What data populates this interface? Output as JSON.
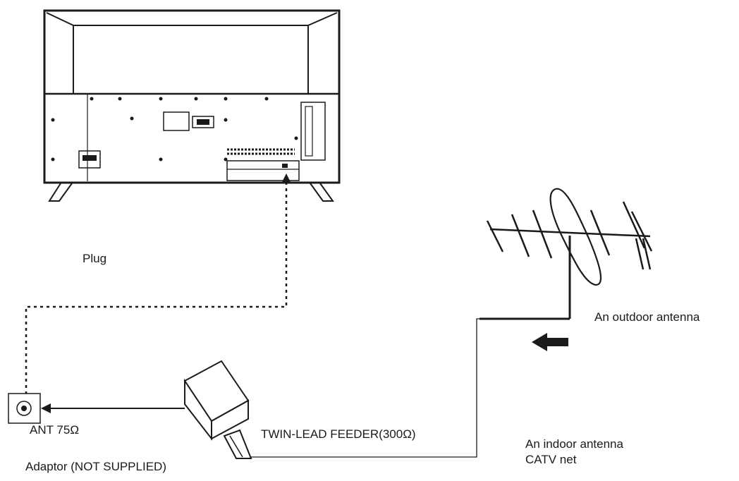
{
  "labels": {
    "plug": "Plug",
    "outdoor_antenna": "An outdoor antenna",
    "ant_input": "ANT 75Ω",
    "twin_lead_feeder": "TWIN-LEAD FEEDER(300Ω)",
    "adaptor": "Adaptor  (NOT SUPPLIED)",
    "indoor_antenna_line1": "An indoor antenna",
    "indoor_antenna_line2": "CATV net"
  },
  "colors": {
    "line": "#1a1a1a",
    "background": "#ffffff"
  },
  "icons": {
    "tv": "tv-rear-panel-icon",
    "antenna": "yagi-antenna-icon",
    "socket": "coaxial-wall-socket-icon",
    "adaptor": "antenna-adaptor-icon"
  }
}
